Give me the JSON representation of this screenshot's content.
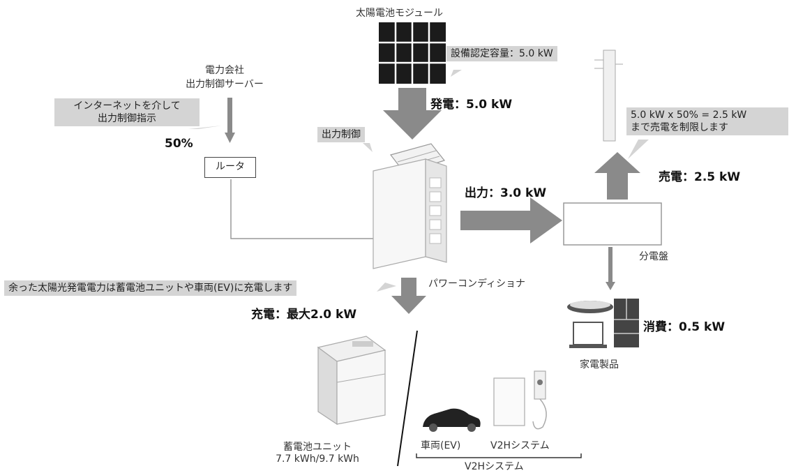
{
  "labels": {
    "solar_module": "太陽電池モジュール",
    "utility_line1": "電力会社",
    "utility_line2": "出力制御サーバー",
    "router": "ルータ",
    "power_conditioner": "パワーコンディショナ",
    "distribution_board": "分電盤",
    "appliances": "家電製品",
    "battery_line1": "蓄電池ユニット",
    "battery_line2": "7.7 kWh/9.7 kWh",
    "vehicle": "車両(EV)",
    "v2h_system": "V2Hシステム",
    "v2h_bracket": "V2Hシステム"
  },
  "callouts": {
    "certified_capacity": "設備認定容量：5.0 kW",
    "internet_line1": "インターネットを介して",
    "internet_line2": "出力制御指示",
    "output_control": "出力制御",
    "limit_line1": "5.0 kW x 50% = 2.5 kW",
    "limit_line2": "まで売電を制限します",
    "surplus": "余った太陽光発電電力は蓄電池ユニットや車両(EV)に充電します"
  },
  "values": {
    "control_percent": "50%",
    "generation": "発電：5.0 kW",
    "output": "出力：3.0 kW",
    "selling": "売電：2.5 kW",
    "consumption": "消費：0.5 kW",
    "charging": "充電：最大2.0 kW"
  },
  "colors": {
    "arrow": "#8a8a8a",
    "callout_bg": "#d4d4d4",
    "panel": "#1b1b1b"
  }
}
